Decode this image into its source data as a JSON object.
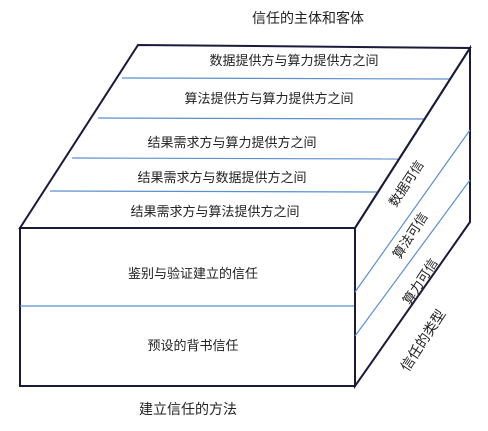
{
  "title": "信任的主体和客体",
  "top_layers": [
    "数据提供方与算力提供方之间",
    "算法提供方与算力提供方之间",
    "结果需求方与算力提供方之间",
    "结果需求方与数据提供方之间",
    "结果需求方与算法提供方之间"
  ],
  "front_layers": [
    "鉴别与验证建立的信任",
    "预设的背书信任"
  ],
  "side_layers": [
    "数据可信",
    "算法可信",
    "算力可信"
  ],
  "side_axis_label": "信任的类型",
  "bottom_caption": "建立信任的方法",
  "colors": {
    "edge": "#1a1a3a",
    "divider": "#5b8fd0"
  }
}
